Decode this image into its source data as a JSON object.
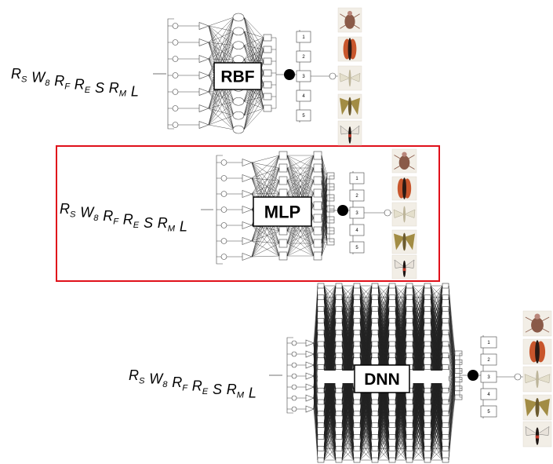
{
  "inputs": [
    {
      "main": "R",
      "sub": "S"
    },
    {
      "main": "W",
      "sub": "8"
    },
    {
      "main": "R",
      "sub": "F"
    },
    {
      "main": "R",
      "sub": "E"
    },
    {
      "main": "S",
      "sub": ""
    },
    {
      "main": "R",
      "sub": "M"
    },
    {
      "main": "L",
      "sub": ""
    }
  ],
  "classes": [
    "1",
    "2",
    "3",
    "4",
    "5"
  ],
  "networks": [
    {
      "id": "rbf",
      "name": "RBF",
      "highlighted": false
    },
    {
      "id": "mlp",
      "name": "MLP",
      "highlighted": true
    },
    {
      "id": "dnn",
      "name": "DNN",
      "highlighted": false
    }
  ],
  "insects": [
    {
      "name": "weevil",
      "body": "#8a5a48",
      "wing": "#b9867a"
    },
    {
      "name": "red-wasp-moth",
      "body": "#2a1a14",
      "wing": "#c8562c"
    },
    {
      "name": "pale-moth",
      "body": "#bdb59a",
      "wing": "#e4dfcc"
    },
    {
      "name": "brown-moth",
      "body": "#6b5a2e",
      "wing": "#a28c44"
    },
    {
      "name": "clearwing-moth",
      "body": "#1d1512",
      "wing": "#c03a2a"
    }
  ],
  "colors": {
    "highlight": "#e0101a",
    "ink": "#000000",
    "line": "#444444"
  }
}
